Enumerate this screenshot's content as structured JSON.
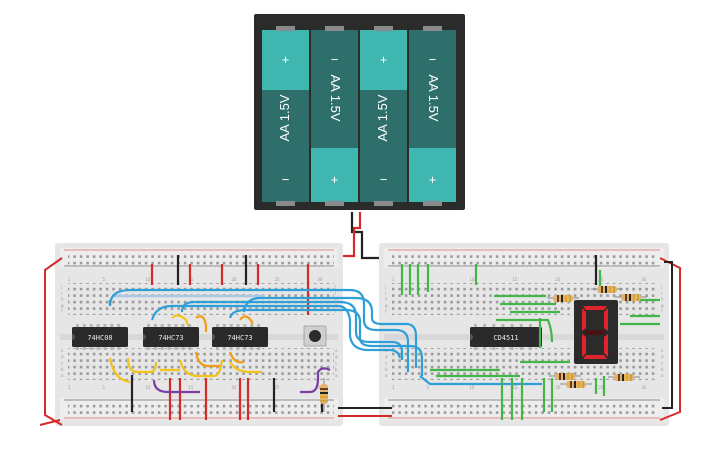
{
  "battery_pack": {
    "cells": [
      {
        "label": "AA 1.5V",
        "top_symbol": "+",
        "bottom_symbol": "−"
      },
      {
        "label": "AA 1.5V",
        "top_symbol": "−",
        "bottom_symbol": "+"
      },
      {
        "label": "AA 1.5V",
        "top_symbol": "+",
        "bottom_symbol": "−"
      },
      {
        "label": "AA 1.5V",
        "top_symbol": "−",
        "bottom_symbol": "+"
      }
    ]
  },
  "chips": {
    "left_board": [
      "74HC08",
      "74HC73",
      "74HC73"
    ],
    "right_board": [
      "CD4511"
    ]
  },
  "breadboard": {
    "row_letters_top": [
      "j",
      "i",
      "h",
      "g",
      "f"
    ],
    "row_letters_bottom": [
      "e",
      "d",
      "c",
      "b",
      "a"
    ],
    "column_numbers": [
      "1",
      "5",
      "10",
      "15",
      "20",
      "25",
      "30"
    ]
  },
  "display": {
    "digit": "0",
    "segment_color": "#e0242b"
  },
  "colors": {
    "battery_case": "#2b2b2b",
    "cell_teal": "#3fb7b0",
    "cell_dark": "#2e6f6c",
    "board": "#e6e6e6",
    "power_red": "#d42a2a",
    "wire_blue": "#2f9fd8",
    "wire_lightblue": "#a9c8e6",
    "wire_yellow": "#f2c318",
    "wire_orange": "#f29c18",
    "wire_green": "#44b649",
    "wire_purple": "#7a3fa0",
    "wire_black": "#222222"
  }
}
